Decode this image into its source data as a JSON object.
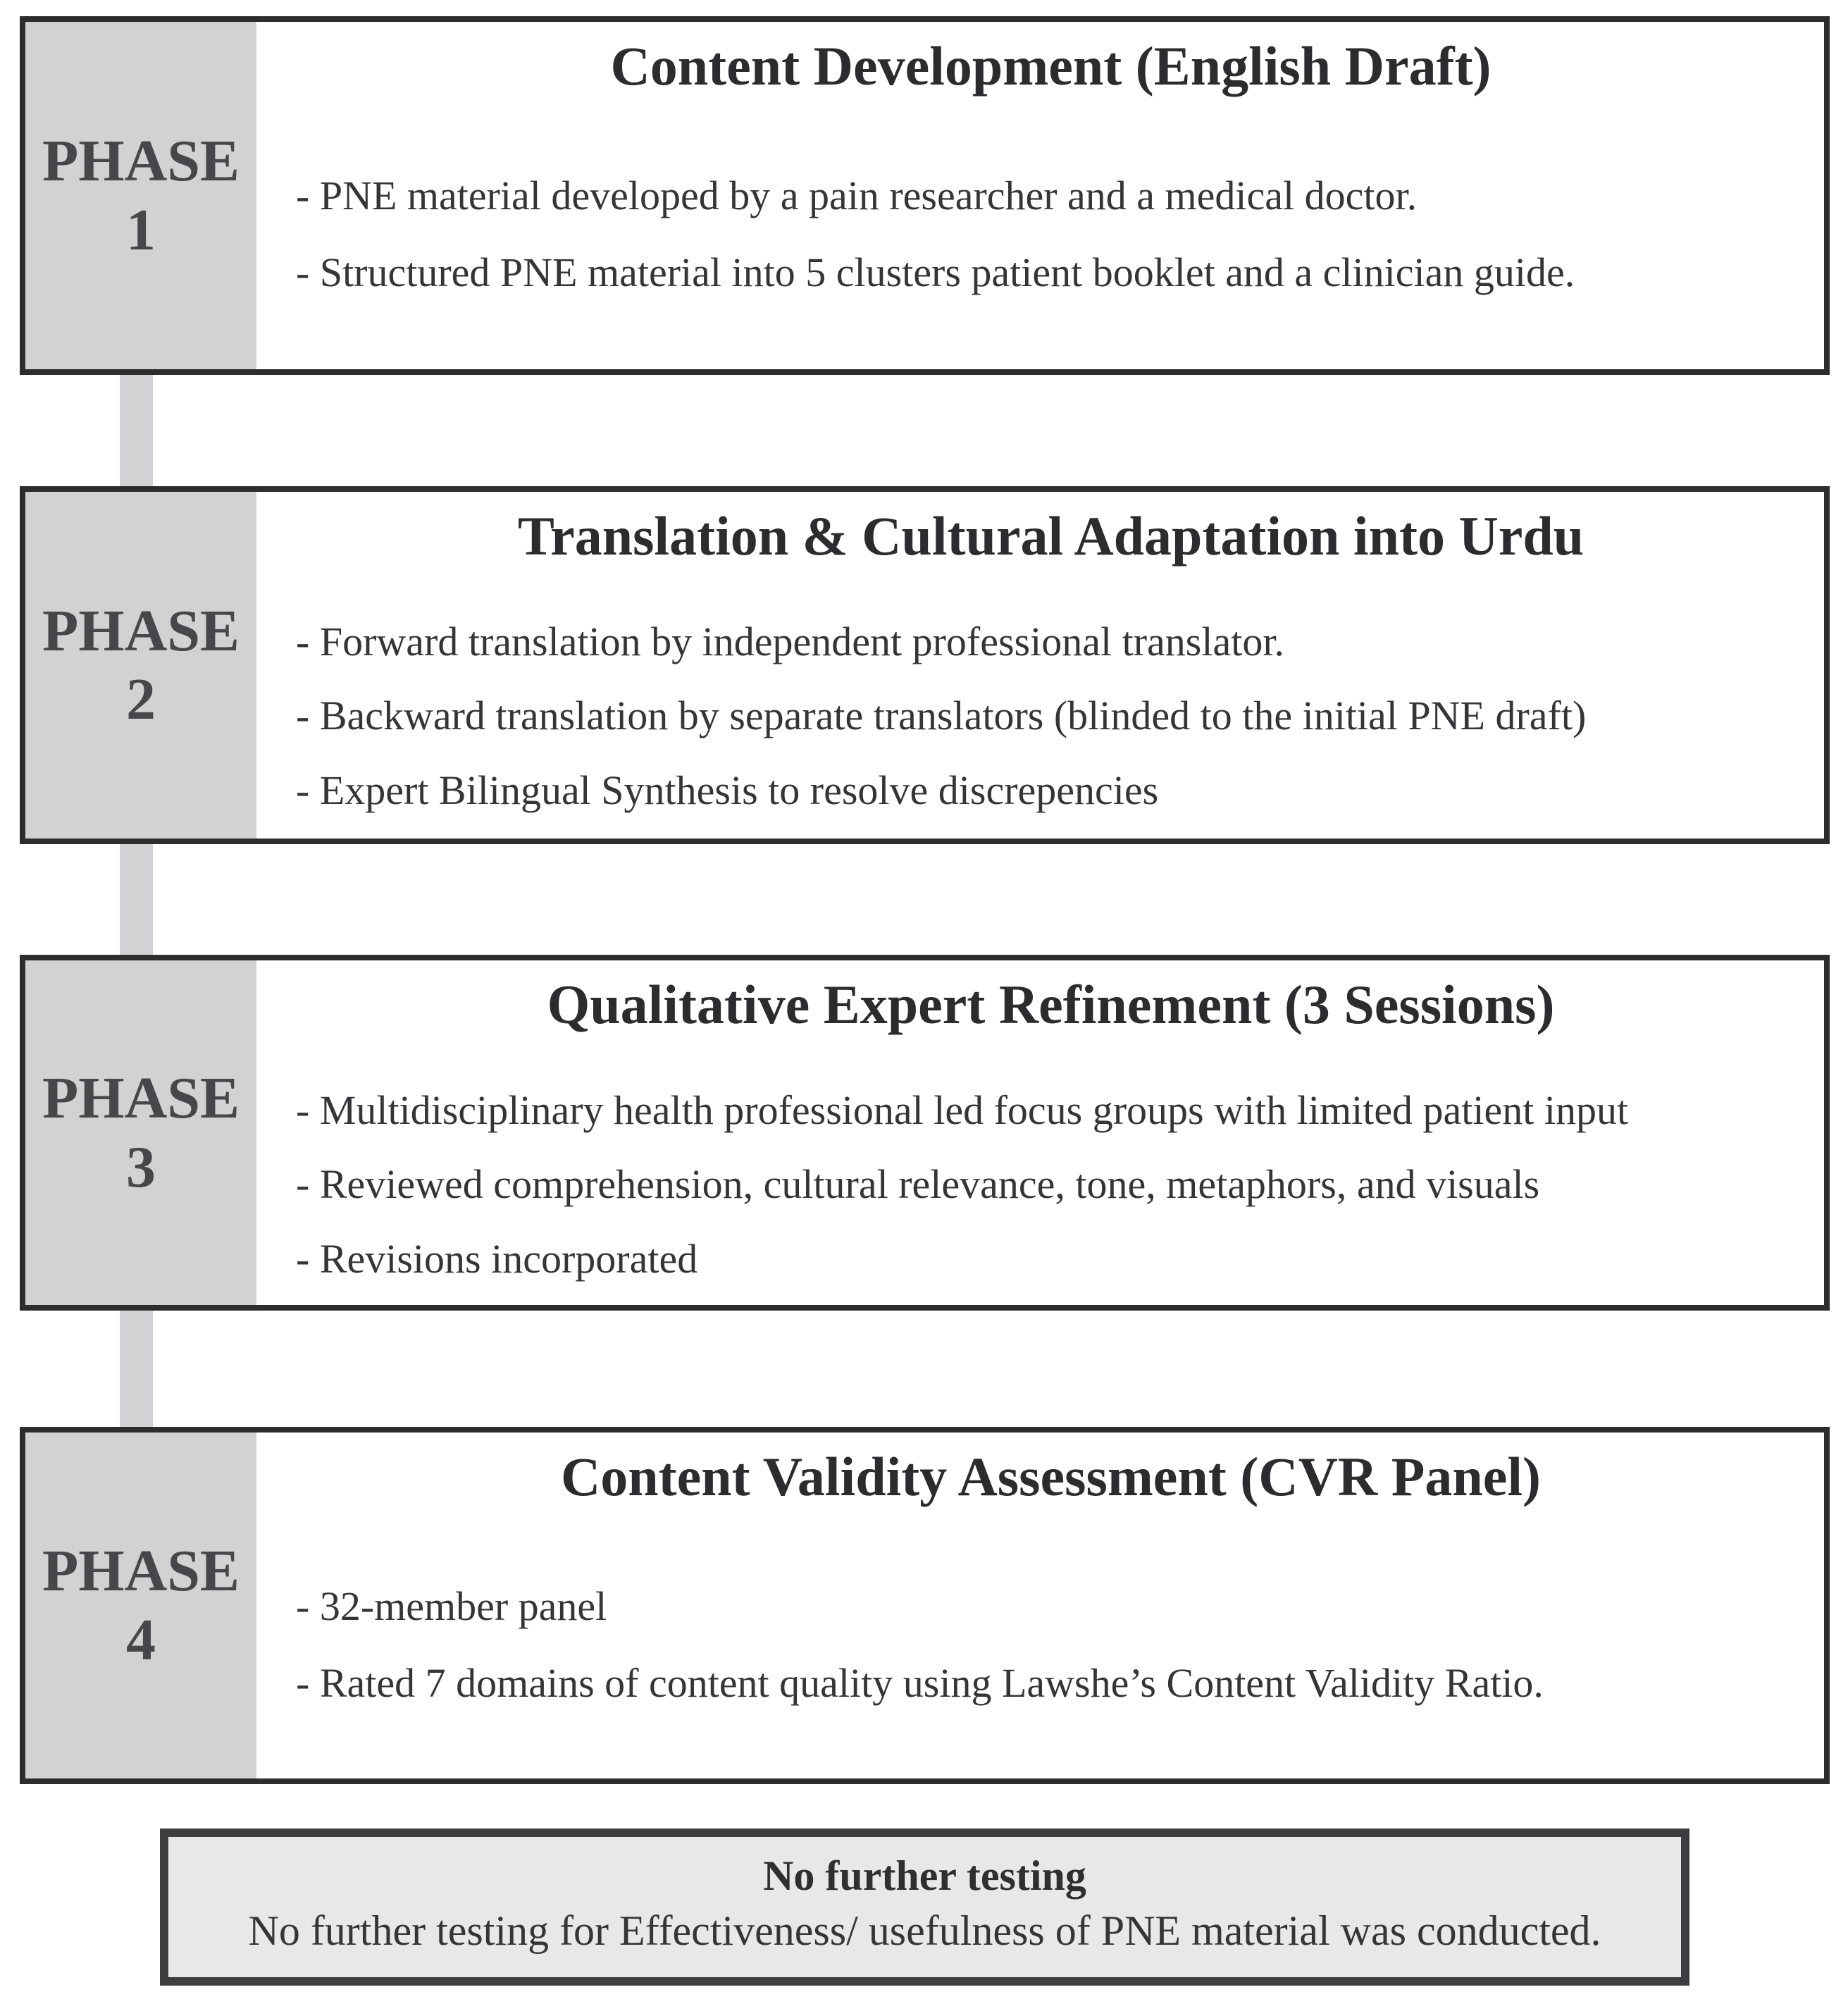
{
  "figure": {
    "phases": [
      {
        "label": {
          "line1": "PHASE",
          "line2": "1"
        },
        "title": "Content Development (English Draft)",
        "bullets": [
          "- PNE material developed by a pain researcher and a medical doctor.",
          "- Structured PNE material into 5 clusters patient booklet and a clinician guide."
        ]
      },
      {
        "label": {
          "line1": "PHASE",
          "line2": "2"
        },
        "title": "Translation & Cultural Adaptation into Urdu",
        "bullets": [
          "- Forward translation by independent professional translator.",
          "- Backward translation by separate translators (blinded to the initial PNE draft)",
          "- Expert Bilingual Synthesis to resolve discrepencies"
        ]
      },
      {
        "label": {
          "line1": "PHASE",
          "line2": "3"
        },
        "title": "Qualitative Expert Refinement (3 Sessions)",
        "bullets": [
          "- Multidisciplinary health professional led focus groups with limited patient input",
          "- Reviewed comprehension, cultural relevance, tone, metaphors, and visuals",
          "- Revisions incorporated"
        ]
      },
      {
        "label": {
          "line1": "PHASE",
          "line2": "4"
        },
        "title": "Content Validity Assessment (CVR Panel)",
        "bullets": [
          "- 32-member panel",
          "- Rated 7 domains of content quality using Lawshe’s Content Validity Ratio."
        ]
      }
    ],
    "outcome": {
      "title": "No further testing",
      "text": "No further testing for Effectiveness/ usefulness of PNE material was conducted."
    },
    "colors": {
      "phase_label_bg": "#d2d2d4",
      "connector": "#d2d2d4",
      "phase_box_border": "#2d2d2f",
      "outcome_border": "#3e3e40",
      "outcome_bg": "#e8e8ea",
      "text": "#353537"
    }
  }
}
